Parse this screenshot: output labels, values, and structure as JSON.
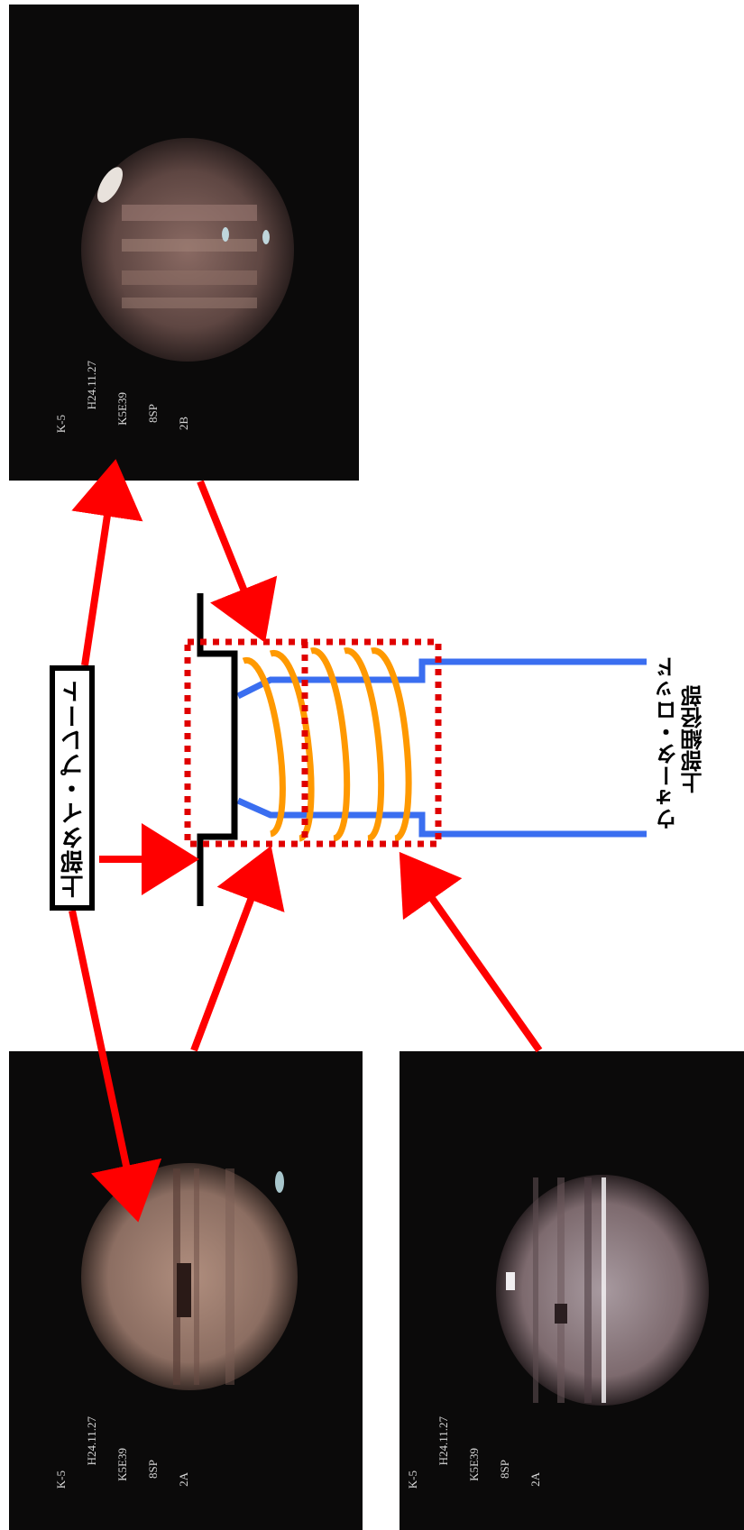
{
  "photos": [
    {
      "id": "top",
      "lines": [
        "K-5",
        "H24.11.27",
        "K5E39",
        "8SP",
        "2B"
      ]
    },
    {
      "id": "bottom-left",
      "lines": [
        "K-5",
        "H24.11.27",
        "K5E39",
        "8SP",
        "2A"
      ]
    },
    {
      "id": "bottom-right",
      "lines": [
        "K-5",
        "H24.11.27",
        "K5E39",
        "8SP",
        "2A"
      ]
    }
  ],
  "labels": {
    "tie_plate": "上部タイ・プレート",
    "water_rod_line1": "ウォータ・ロッド",
    "water_rod_line2": "上部細径部"
  },
  "colors": {
    "arrow": "#ff0000",
    "spring": "#ff9900",
    "water_rod": "#3a6ef0",
    "tie_plate": "#000000",
    "dotted_box": "#e00000"
  }
}
